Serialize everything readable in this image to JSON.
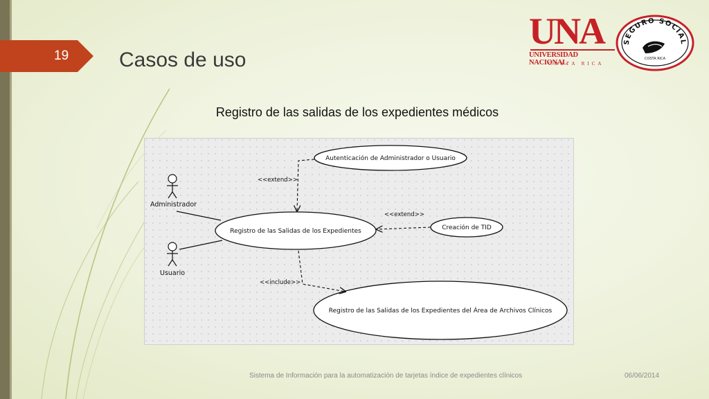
{
  "slide": {
    "number": "19",
    "title": "Casos de uso",
    "subtitle": "Registro de las salidas de los expedientes médicos"
  },
  "logos": {
    "una": {
      "main": "UNA",
      "sub": "UNIVERSIDAD NACIONAL",
      "country": "COSTA RICA"
    },
    "ccss": {
      "top": "SEGURO SOCIAL",
      "bottom": "COSTA RICA"
    }
  },
  "diagram": {
    "actors": [
      "Administrador",
      "Usuario"
    ],
    "use_cases": {
      "auth": "Autenticación de Administrador o Usuario",
      "main": "Registro de las Salidas de los Expedientes",
      "tid": "Creación de TID",
      "archive": "Registro de las Salidas de los Expedientes del Área de Archivos Clínicos"
    },
    "relations": {
      "extend_auth": "<<extend>>",
      "extend_tid": "<<extend>>",
      "include_archive": "<<include>>"
    }
  },
  "footer": {
    "text": "Sistema de Información para la automatización de tarjetas índice de expedientes clínicos",
    "date": "06/06/2014"
  },
  "colors": {
    "accent": "#c0431e",
    "una_red": "#c62127",
    "strip": "#7a7456"
  }
}
